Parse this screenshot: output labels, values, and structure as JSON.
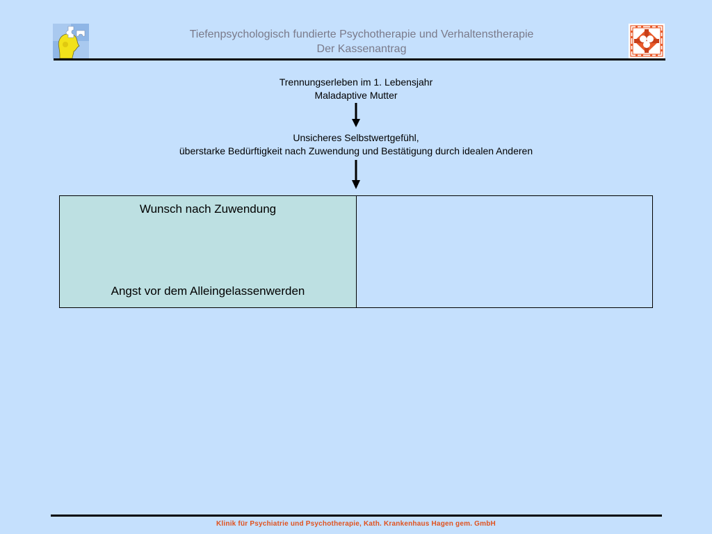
{
  "header": {
    "title_line1": "Tiefenpsychologisch fundierte Psychotherapie und Verhaltenstherapie",
    "title_line2": "Der Kassenantrag"
  },
  "flow": {
    "step1_line1": "Trennungserleben im 1. Lebensjahr",
    "step1_line2": "Maladaptive Mutter",
    "step2_line1": "Unsicheres Selbstwertgefühl,",
    "step2_line2": "überstarke Bedürftigkeit nach Zuwendung und Bestätigung durch idealen Anderen"
  },
  "box": {
    "left_top": "Wunsch nach Zuwendung",
    "left_bottom": "Angst vor dem Alleingelassenwerden",
    "right": ""
  },
  "footer": {
    "text": "Klinik für Psychiatrie und Psychotherapie, Kath. Krankenhaus Hagen gem. GmbH"
  },
  "colors": {
    "background": "#c5e0fd",
    "left_cell": "#bde0e2",
    "footer_text": "#e0521e",
    "header_text": "#7a7a8a"
  },
  "icons": {
    "left_logo": "puzzle-head-logo-icon",
    "right_logo": "cross-emblem-logo-icon"
  }
}
